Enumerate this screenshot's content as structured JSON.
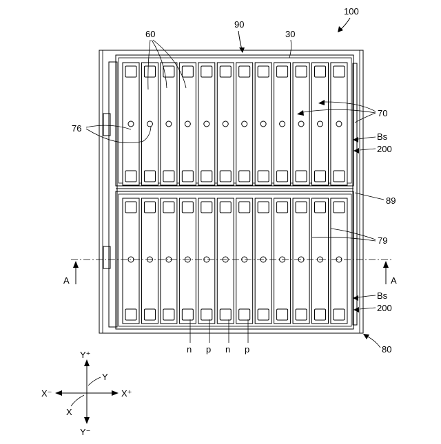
{
  "figure": {
    "labels": {
      "assembly": "100",
      "cover": "90",
      "module": "30",
      "cells": "60",
      "terminals": "76",
      "busbars_top": "70",
      "bus_side_top": "Bs",
      "frame_top": "200",
      "divider": "89",
      "busbars_bottom": "79",
      "bus_side_bottom": "Bs",
      "frame_bottom": "200",
      "case": "80",
      "section_left": "A",
      "section_right": "A"
    },
    "polarity": [
      "n",
      "p",
      "n",
      "p"
    ],
    "axes": {
      "y_plus": "Y⁺",
      "y_minus": "Y⁻",
      "x_plus": "X⁺",
      "x_minus": "X⁻",
      "y": "Y",
      "x": "X"
    },
    "cell_columns": 12,
    "rows": 2
  }
}
